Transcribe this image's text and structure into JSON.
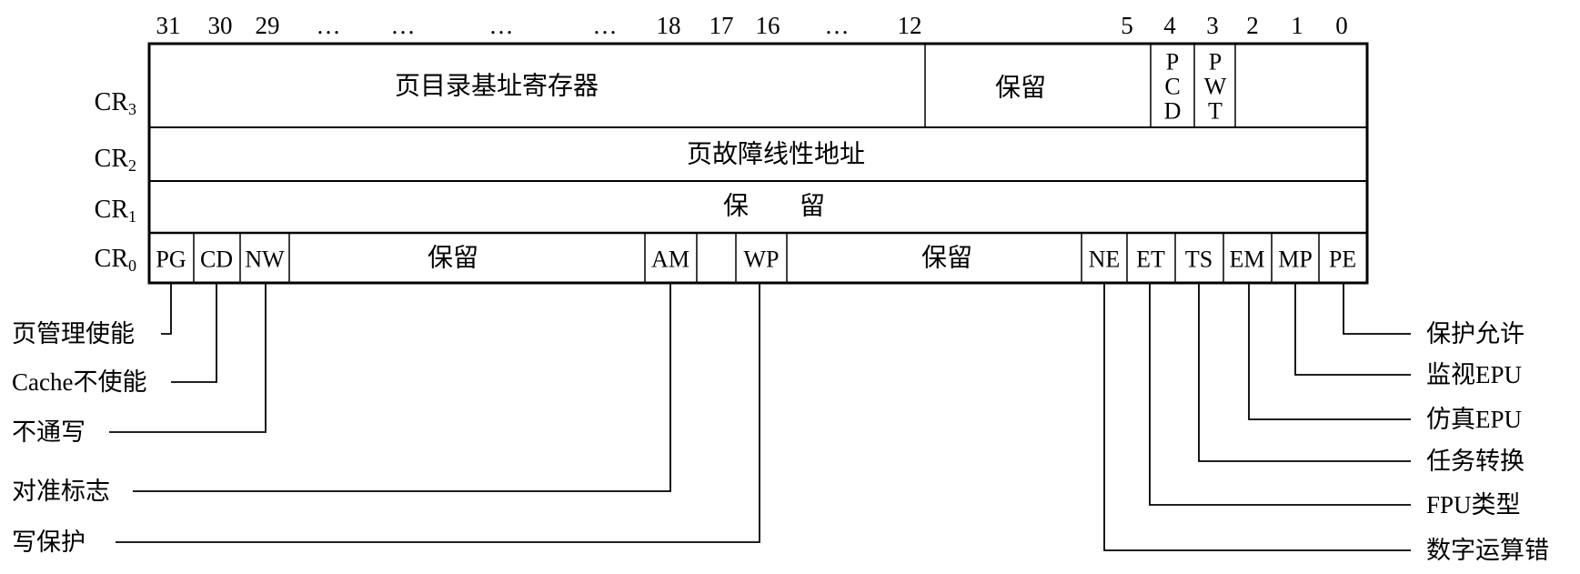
{
  "bit_numbers": [
    "31",
    "30",
    "29",
    "…",
    "…",
    "…",
    "…",
    "18",
    "17",
    "16",
    "…",
    "12",
    "5",
    "4",
    "3",
    "2",
    "1",
    "0"
  ],
  "registers": {
    "cr3": {
      "name": "CR",
      "sub": "3",
      "base": "页目录基址寄存器",
      "reserved": "保留",
      "pcd": [
        "P",
        "C",
        "D"
      ],
      "pwt": [
        "P",
        "W",
        "T"
      ]
    },
    "cr2": {
      "name": "CR",
      "sub": "2",
      "field": "页故障线性地址"
    },
    "cr1": {
      "name": "CR",
      "sub": "1",
      "field": "保　　留"
    },
    "cr0": {
      "name": "CR",
      "sub": "0",
      "fields": [
        "PG",
        "CD",
        "NW",
        "保留",
        "AM",
        "",
        "WP",
        "保留",
        "NE",
        "ET",
        "TS",
        "EM",
        "MP",
        "PE"
      ]
    }
  },
  "left_labels": [
    "页管理使能",
    "Cache不使能",
    "不通写",
    "对准标志",
    "写保护"
  ],
  "right_labels": [
    "保护允许",
    "监视EPU",
    "仿真EPU",
    "任务转换",
    "FPU类型",
    "数字运算错"
  ]
}
